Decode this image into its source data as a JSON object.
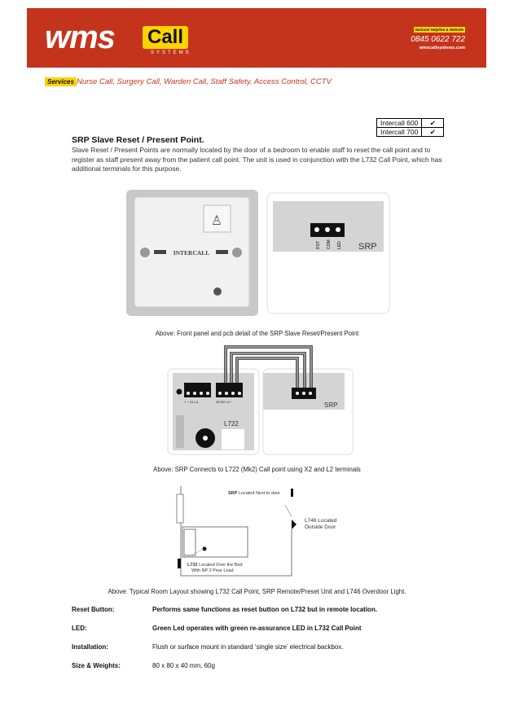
{
  "header": {
    "logo_main": "wms",
    "logo_call": "Call",
    "logo_sub": "SYSTEMS",
    "helpline_label": "National Helpline & Website",
    "phone": "0845 0622 722",
    "website": "wmscallsystems.com"
  },
  "services": {
    "tag": "Services",
    "list": "Nurse Call, Surgery Call, Warden Call, Staff Safety, Access Control, CCTV"
  },
  "compatibility": [
    {
      "system": "Intercall 600",
      "check": "✔"
    },
    {
      "system": "Intercall 700",
      "check": "✔"
    }
  ],
  "title": "SRP Slave Reset / Present Point.",
  "intro": "Slave Reset / Present Points are normally located by the door of a bedroom to enable staff to reset the call point and to register as staff present away from the patient call point. The unit is used in conjunction with the L732 Call Point, which has additional terminals for this purpose.",
  "figure1": {
    "panel_brand": "INTERCALL",
    "pcb_label": "SRP",
    "terminals": [
      "RST",
      "COM",
      "LED"
    ],
    "caption": "Above: Front panel and pcb detail of the SRP Slave Reset/Present Point"
  },
  "figure2": {
    "l722_label": "L722",
    "srp_label": "SRP",
    "l722_terminals_a": "+ − X1 L1",
    "l722_terminals_b": "X2 R2 L2 −",
    "caption": "Above: SRP Connects to L722 (Mk2) Call point using X2 and L2 terminals"
  },
  "figure3": {
    "srp_note_bold": "SRP",
    "srp_note": " Located Next to door",
    "l746_note": "L746 Located Outside Door",
    "l732_note_bold": "L732",
    "l732_note": " Located Over the Bed",
    "l732_note2": "With NP 2 Pear Lead",
    "caption": "Above: Typical Room Layout showing L732 Call Point, SRP Remote/Preset Unit and L746 Overdoor Light."
  },
  "specs": [
    {
      "label": "Reset Button:",
      "value": "Performs same functions as reset button on L732 but in remote location."
    },
    {
      "label": "LED:",
      "value": "Green Led operates with green re-assurance LED in L732 Call Point"
    },
    {
      "label": "Installation:",
      "value": "Flush or surface mount in standard ‘single size’ electrical backbox."
    },
    {
      "label": "Size & Weights:",
      "value": "80 x 80 x 40 mm, 60g"
    }
  ],
  "colors": {
    "brand_red": "#c4341d",
    "brand_yellow": "#ffd400"
  }
}
